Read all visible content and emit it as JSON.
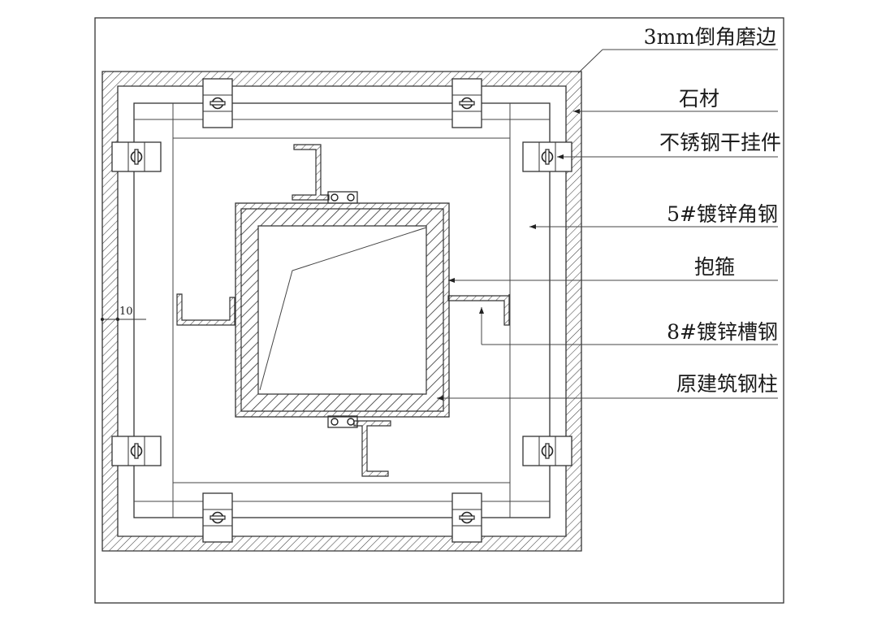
{
  "labels": {
    "chamfer": "3mm倒角磨边",
    "stone": "石材",
    "hanger": "不锈钢干挂件",
    "angle_steel": "5#镀锌角钢",
    "hoop": "抱箍",
    "channel_steel": "8#镀锌槽钢",
    "column": "原建筑钢柱"
  },
  "dimension": {
    "value": "10"
  }
}
